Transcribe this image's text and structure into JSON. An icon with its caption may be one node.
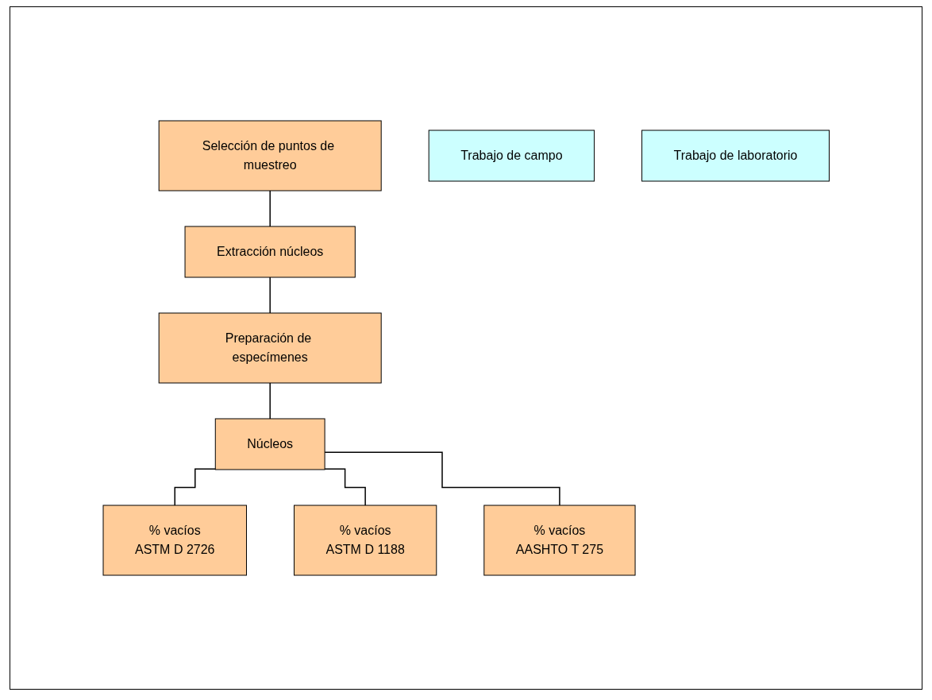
{
  "diagram": {
    "nodes": [
      {
        "text": [
          "Selección de puntos de muestreo"
        ]
      },
      {
        "text": [
          "Extracción núcleos"
        ]
      },
      {
        "text": [
          "Preparación de especímenes"
        ]
      },
      {
        "text": [
          "Núcleos"
        ]
      },
      {
        "text": [
          "% vacíos",
          "ASTM D 2726"
        ]
      },
      {
        "text": [
          "% vacíos",
          "ASTM D 1188"
        ]
      },
      {
        "text": [
          "% vacíos",
          "AASHTO T 275"
        ]
      },
      {
        "text": [
          "Trabajo de campo"
        ]
      },
      {
        "text": [
          "Trabajo de laboratorio"
        ]
      }
    ],
    "edges": [
      {
        "from": 0,
        "to": 1,
        "arrow": "none"
      },
      {
        "from": 1,
        "to": 2,
        "arrow": "none"
      },
      {
        "from": 2,
        "to": 3,
        "arrow": "none"
      },
      {
        "from": 3,
        "to": 4,
        "arrow": "none"
      },
      {
        "from": 3,
        "to": 5,
        "arrow": "none"
      },
      {
        "from": 3,
        "to": 6,
        "arrow": "none"
      }
    ]
  }
}
